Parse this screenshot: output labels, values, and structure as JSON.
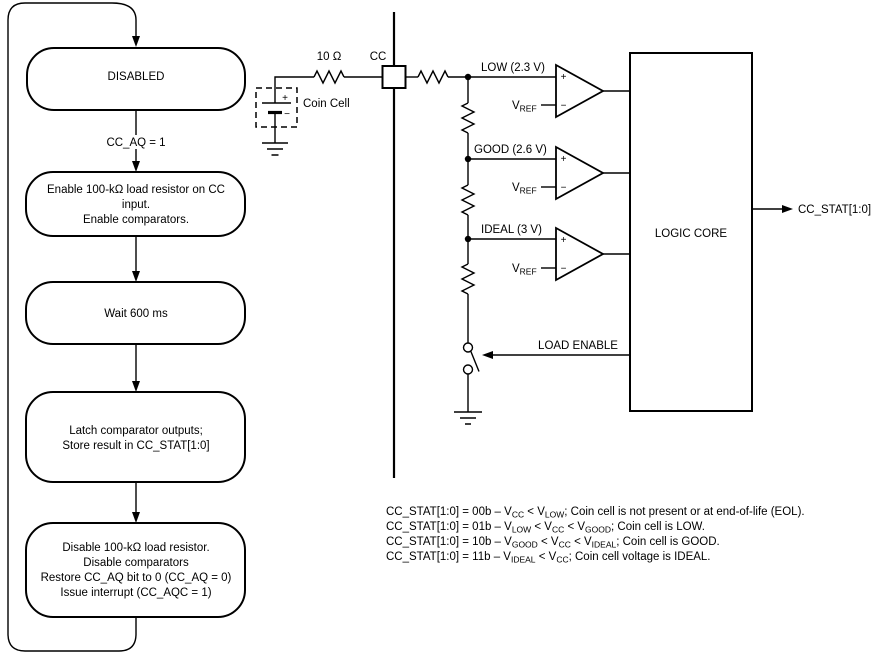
{
  "figure": {
    "background": "#ffffff",
    "line_color": "#000000"
  },
  "flowchart": {
    "steps": [
      {
        "lines": [
          "DISABLED"
        ]
      },
      {
        "lines": [
          "Enable 100-kΩ load resistor on CC",
          "input.",
          "Enable comparators."
        ]
      },
      {
        "lines": [
          "Wait 600 ms"
        ]
      },
      {
        "lines": [
          "Latch comparator outputs;",
          "Store result in CC_STAT[1:0]"
        ]
      },
      {
        "lines": [
          "Disable 100-kΩ load resistor.",
          "Disable comparators",
          "Restore CC_AQ bit to 0 (CC_AQ = 0)",
          "Issue interrupt (CC_AQC = 1)"
        ]
      }
    ],
    "transition_label": "CC_AQ = 1"
  },
  "circuit": {
    "series_resistor_label": "10 Ω",
    "pin_label": "CC",
    "battery_label": "Coin Cell",
    "plus_sign": "+",
    "minus_sign": "−",
    "threshold_low": "LOW (2.3 V)",
    "threshold_good": "GOOD (2.6 V)",
    "threshold_ideal": "IDEAL (3 V)",
    "vref_base": "V",
    "vref_sub": "REF",
    "logic_core_label": "LOGIC CORE",
    "output_label": "CC_STAT[1:0]",
    "load_enable_label": "LOAD ENABLE"
  },
  "notes": {
    "lines": [
      [
        "CC_STAT[1:0] = 00b – V",
        "CC",
        " < V",
        "LOW",
        "; Coin cell is not present or at end-of-life (EOL)."
      ],
      [
        "CC_STAT[1:0] = 01b – V",
        "LOW",
        " < V",
        "CC",
        " < V",
        "GOOD",
        "; Coin cell is LOW."
      ],
      [
        "CC_STAT[1:0] = 10b – V",
        "GOOD",
        " < V",
        "CC",
        " < V",
        "IDEAL",
        "; Coin cell is GOOD."
      ],
      [
        "CC_STAT[1:0] = 11b – V",
        "IDEAL",
        " < V",
        "CC",
        "; Coin cell voltage is IDEAL."
      ]
    ]
  }
}
